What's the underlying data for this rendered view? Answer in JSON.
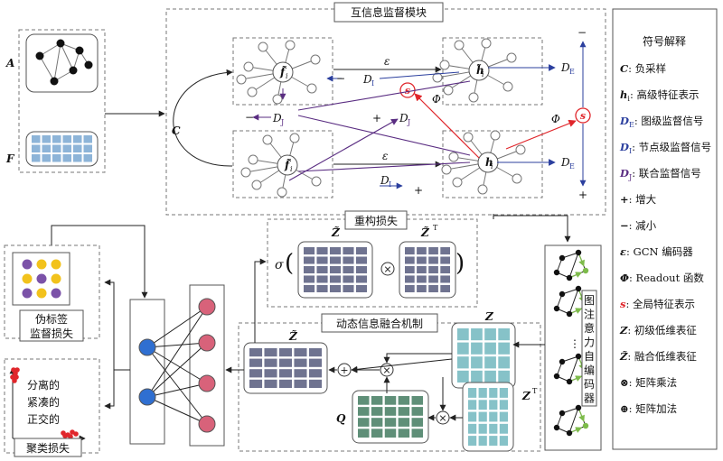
{
  "title": "互信息监督模块",
  "inputs": {
    "A": "A",
    "F": "F"
  },
  "labels": {
    "C": "C",
    "epsilon": "ε",
    "phi": "Φ",
    "s": "s",
    "plus": "+",
    "minus": "−",
    "DE": "D",
    "DE_sub": "E",
    "DI": "D",
    "DI_sub": "I",
    "DJ": "D",
    "DJ_sub": "J",
    "f_tilde": "f̃",
    "f_sub": "i",
    "h_tilde": "h̃",
    "h": "h",
    "h_sub": "i",
    "sigma": "σ",
    "Z": "Z",
    "Z_tilde": "Z̃",
    "Z_tilde_T": "Z̃",
    "T": "T",
    "Q": "Q",
    "ZT": "Z",
    "times": "×",
    "paren_open": "(",
    "paren_close": ")"
  },
  "modules": {
    "reconstruction": "重构损失",
    "dynamic_fusion": "动态信息融合机制",
    "pseudo_label": [
      "伪标签",
      "监督损失"
    ],
    "cluster": "聚类损失",
    "attention_autoencoder": "图注意力自编码器",
    "cluster_notes": [
      "分离的",
      "紧凑的",
      "正交的"
    ]
  },
  "legend": {
    "title": "符号解释",
    "items": [
      {
        "sym": "C",
        "sub": "",
        "text": ": 负采样",
        "color": "#111111"
      },
      {
        "sym": "h",
        "sub": "i",
        "text": ": 高级特征表示",
        "color": "#111111"
      },
      {
        "sym": "D",
        "sub": "E",
        "text": ": 图级监督信号",
        "color": "#2b3f9e"
      },
      {
        "sym": "D",
        "sub": "I",
        "text": ": 节点级监督信号",
        "color": "#2b3f9e"
      },
      {
        "sym": "D",
        "sub": "J",
        "text": ": 联合监督信号",
        "color": "#5a2d82"
      },
      {
        "sym": "+",
        "sub": "",
        "text": ": 增大",
        "color": "#111111"
      },
      {
        "sym": "−",
        "sub": "",
        "text": ": 减小",
        "color": "#111111"
      },
      {
        "sym": "ε",
        "sub": "",
        "text": ": GCN 编码器",
        "color": "#111111"
      },
      {
        "sym": "Φ",
        "sub": "",
        "text": ": Readout 函数",
        "color": "#111111"
      },
      {
        "sym": "s",
        "sub": "",
        "text": ": 全局特征表示",
        "color": "#e0262b"
      },
      {
        "sym": "Z",
        "sub": "",
        "text": ": 初级低维表征",
        "color": "#111111"
      },
      {
        "sym": "Z̃",
        "sub": "",
        "text": ": 融合低维表征",
        "color": "#111111"
      },
      {
        "sym": "⊗",
        "sub": "",
        "text": ": 矩阵乘法",
        "color": "#111111"
      },
      {
        "sym": "⊕",
        "sub": "",
        "text": ": 矩阵加法",
        "color": "#111111"
      }
    ]
  },
  "colors": {
    "blue": "#2b3f9e",
    "purple": "#5a2d82",
    "red": "#e0262b",
    "feature": "#8db4d8",
    "matrixGray": "#6f7390",
    "matrixGreen": "#5f8f78",
    "matrixTeal": "#86c2c8",
    "nodeBlue": "#2f6fd1",
    "nodePink": "#d8627a",
    "pseudoPurple": "#7b52a8",
    "pseudoYellow": "#f2c21c",
    "green": "#7dbb4a"
  }
}
